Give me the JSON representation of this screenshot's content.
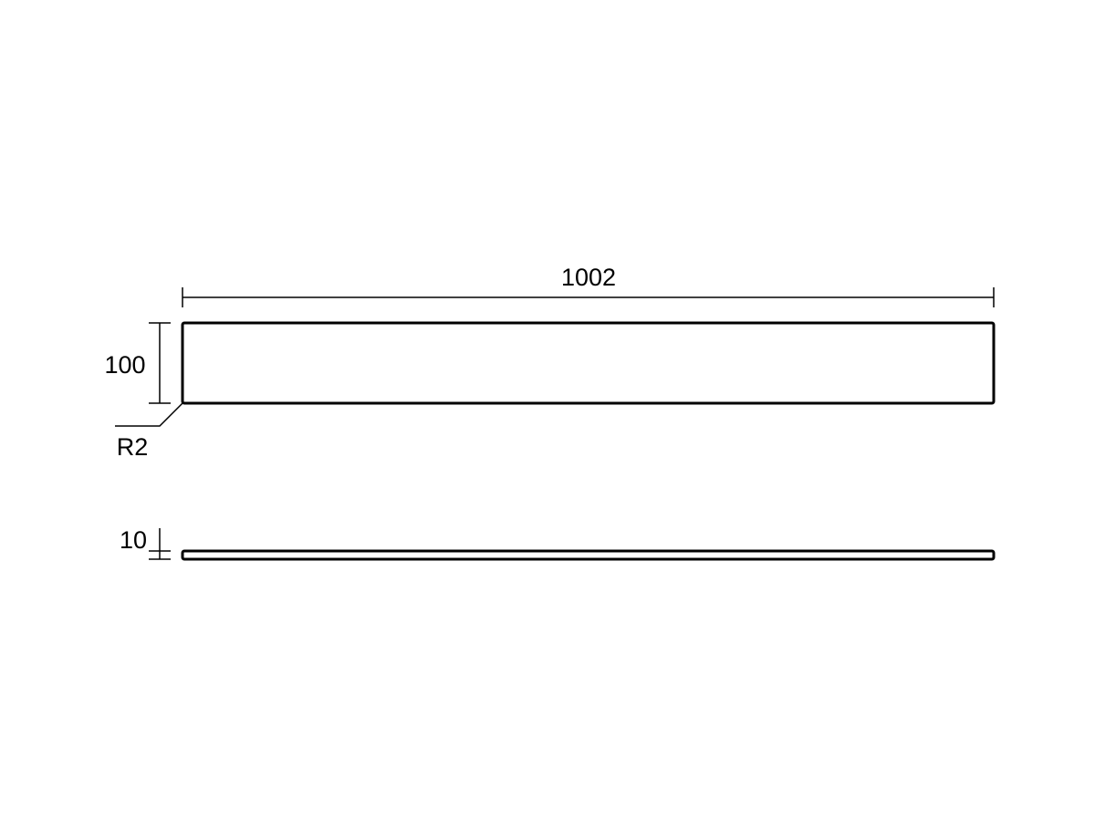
{
  "drawing": {
    "title": "Panel technical drawing",
    "stroke_color": "#000000",
    "background": "#ffffff",
    "units": "mm",
    "dimensions": {
      "length": {
        "label": "1002",
        "value": 1002
      },
      "width": {
        "label": "100",
        "value": 100
      },
      "corner_radius": {
        "label": "R2",
        "value": 2
      },
      "thickness": {
        "label": "10",
        "value": 10
      }
    },
    "views": [
      {
        "name": "top-view",
        "description": "Plan view of panel 1002 x 100 with R2 corners"
      },
      {
        "name": "side-view",
        "description": "Edge view of panel, thickness 10"
      }
    ]
  }
}
